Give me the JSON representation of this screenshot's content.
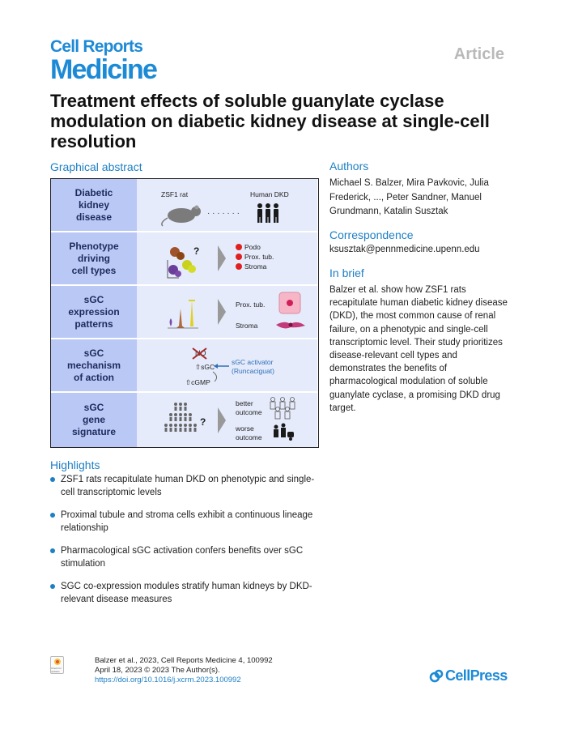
{
  "journal": {
    "line1": "Cell Reports",
    "line2": "Medicine"
  },
  "article_type": "Article",
  "title": "Treatment effects of soluble guanylate cyclase modulation on diabetic kidney disease at single-cell resolution",
  "graphical_abstract": {
    "heading": "Graphical abstract",
    "rows": [
      {
        "label": "Diabetic\nkidney\ndisease",
        "texts": {
          "left": "ZSF1 rat",
          "right": "Human DKD",
          "dots": "· · · · · · ·"
        }
      },
      {
        "label": "Phenotype\ndriving\ncell types",
        "texts": {
          "q": "?",
          "i1": "Podo",
          "i2": "Prox. tub.",
          "i3": "Stroma"
        }
      },
      {
        "label": "sGC\nexpression\npatterns",
        "texts": {
          "a": "Prox. tub.",
          "b": "Stroma"
        }
      },
      {
        "label": "sGC\nmechanism\nof action",
        "texts": {
          "no": "NO",
          "sgc": "⇧sGC",
          "cgmp": "⇧cGMP",
          "act1": "sGC activator",
          "act2": "(Runcaciguat)"
        }
      },
      {
        "label": "sGC\ngene\nsignature",
        "texts": {
          "q": "?",
          "b1": "better",
          "b2": "outcome",
          "w1": "worse",
          "w2": "outcome"
        }
      }
    ],
    "colors": {
      "label_bg": "#b9c8f4",
      "content_bg": "#e5ebfb",
      "alert": "#e02020",
      "arrow": "#2e6fb8"
    }
  },
  "authors": {
    "heading": "Authors",
    "names": "Michael S. Balzer, Mira Pavkovic, Julia Frederick, ..., Peter Sandner, Manuel Grundmann, Katalin Susztak"
  },
  "correspondence": {
    "heading": "Correspondence",
    "email": "ksusztak@pennmedicine.upenn.edu"
  },
  "in_brief": {
    "heading": "In brief",
    "text": "Balzer et al. show how ZSF1 rats recapitulate human diabetic kidney disease (DKD), the most common cause of renal failure, on a phenotypic and single-cell transcriptomic level. Their study prioritizes disease-relevant cell types and demonstrates the benefits of pharmacological modulation of soluble guanylate cyclase, a promising DKD drug target."
  },
  "highlights": {
    "heading": "Highlights",
    "items": [
      "ZSF1 rats recapitulate human DKD on phenotypic and single-cell transcriptomic levels",
      "Proximal tubule and stroma cells exhibit a continuous lineage relationship",
      "Pharmacological sGC activation confers benefits over sGC stimulation",
      "SGC co-expression modules stratify human kidneys by DKD-relevant disease measures"
    ]
  },
  "citation": {
    "line1": "Balzer et al., 2023, Cell Reports Medicine 4, 100992",
    "line2": "April 18, 2023 © 2023 The Author(s).",
    "doi": "https://doi.org/10.1016/j.xcrm.2023.100992"
  },
  "publisher": "CellPress",
  "check_updates_badge": "Check for updates",
  "brand_color": "#1d8ad6"
}
